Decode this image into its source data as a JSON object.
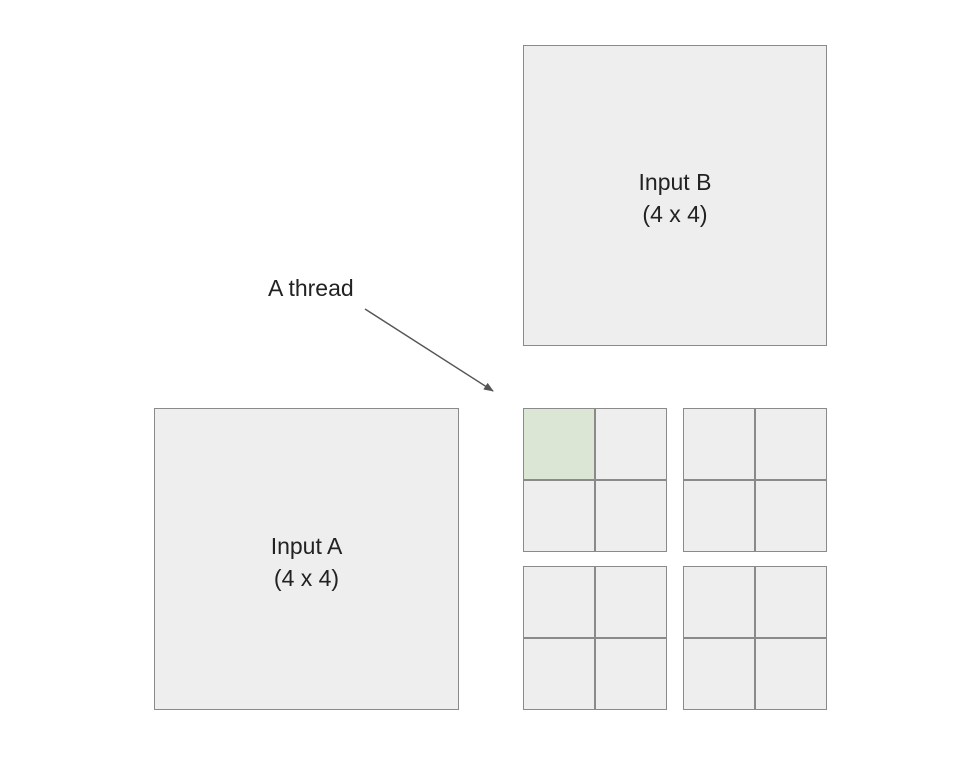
{
  "input_b": {
    "title": "Input B",
    "size": "(4 x 4)"
  },
  "input_a": {
    "title": "Input A",
    "size": "(4 x 4)"
  },
  "callout": {
    "label": "A thread"
  },
  "output_grid": {
    "tiles": 4,
    "cells_per_tile": 4,
    "highlighted": {
      "tile": 0,
      "cell": 0
    }
  },
  "colors": {
    "box_fill": "#eeeeee",
    "border": "#8a8a8a",
    "highlight": "#dce6d5",
    "text": "#222222"
  }
}
